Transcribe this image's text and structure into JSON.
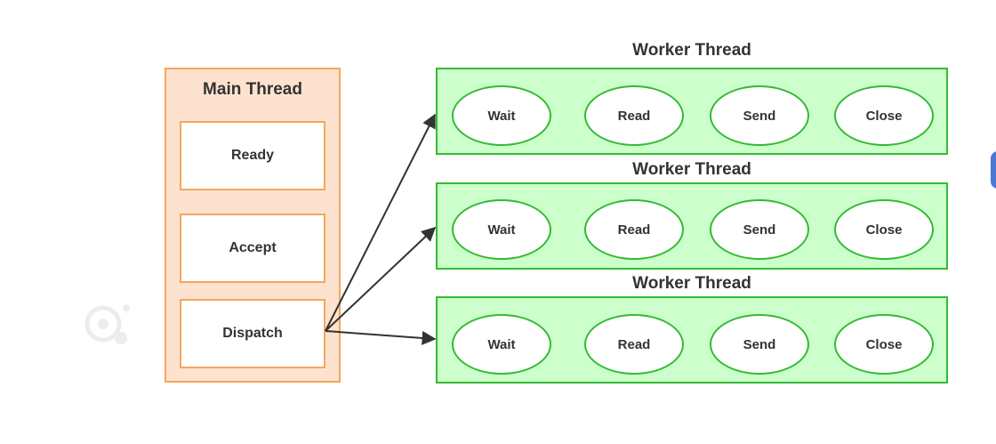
{
  "main_thread": {
    "title": "Main Thread",
    "steps": [
      "Ready",
      "Accept",
      "Dispatch"
    ]
  },
  "workers": [
    {
      "title": "Worker Thread",
      "states": [
        "Wait",
        "Read",
        "Send",
        "Close"
      ]
    },
    {
      "title": "Worker Thread",
      "states": [
        "Wait",
        "Read",
        "Send",
        "Close"
      ]
    },
    {
      "title": "Worker Thread",
      "states": [
        "Wait",
        "Read",
        "Send",
        "Close"
      ]
    }
  ],
  "colors": {
    "main_fill": "#fde3cf",
    "main_border": "#f5a65b",
    "worker_fill": "#ccffcc",
    "worker_border": "#33bb33",
    "arrow": "#333333"
  }
}
